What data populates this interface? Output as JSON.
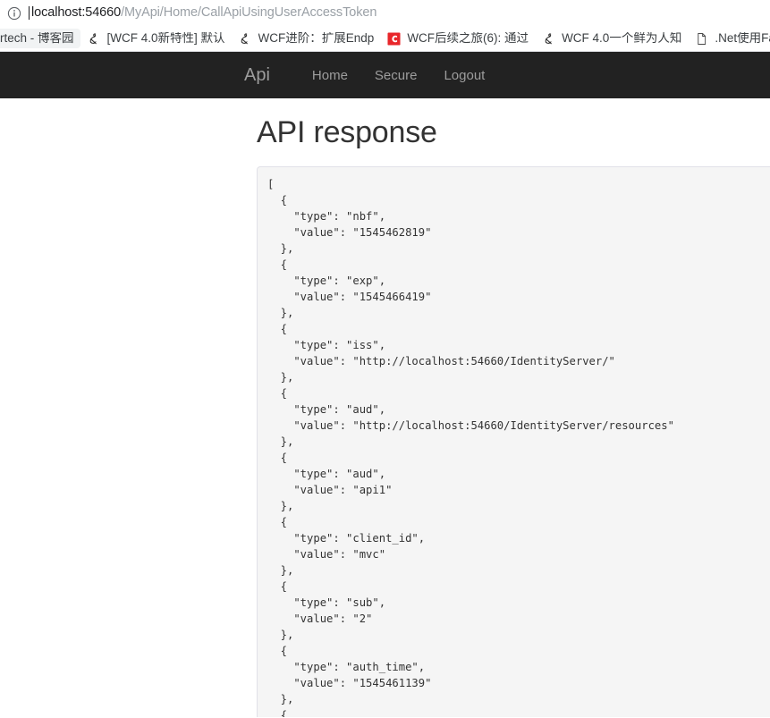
{
  "browser": {
    "site_info_icon": "info-circle-icon",
    "url_host": "localhost:54660",
    "url_path": "/MyApi/Home/CallApiUsingUserAccessToken",
    "url_full": "localhost:54660/MyApi/Home/CallApiUsingUserAccessToken",
    "bookmarks": [
      {
        "label": "rtech - 博客园",
        "icon": "cnblogs-favicon"
      },
      {
        "label": "[WCF 4.0新特性] 默认",
        "icon": "cnblogs-favicon"
      },
      {
        "label": "WCF进阶：扩展Endp",
        "icon": "cnblogs-favicon"
      },
      {
        "label": "WCF后续之旅(6): 通过",
        "icon": "red-c-favicon"
      },
      {
        "label": "WCF 4.0一个鲜为人知",
        "icon": "cnblogs-favicon"
      },
      {
        "label": ".Net使用FastReport设",
        "icon": "document-favicon"
      }
    ]
  },
  "navbar": {
    "brand": "Api",
    "links": [
      {
        "label": "Home"
      },
      {
        "label": "Secure"
      },
      {
        "label": "Logout"
      }
    ],
    "background_color": "#222222",
    "link_color": "#9d9d9d"
  },
  "main": {
    "title": "API response",
    "response_json": "[\n  {\n    \"type\": \"nbf\",\n    \"value\": \"1545462819\"\n  },\n  {\n    \"type\": \"exp\",\n    \"value\": \"1545466419\"\n  },\n  {\n    \"type\": \"iss\",\n    \"value\": \"http://localhost:54660/IdentityServer/\"\n  },\n  {\n    \"type\": \"aud\",\n    \"value\": \"http://localhost:54660/IdentityServer/resources\"\n  },\n  {\n    \"type\": \"aud\",\n    \"value\": \"api1\"\n  },\n  {\n    \"type\": \"client_id\",\n    \"value\": \"mvc\"\n  },\n  {\n    \"type\": \"sub\",\n    \"value\": \"2\"\n  },\n  {\n    \"type\": \"auth_time\",\n    \"value\": \"1545461139\"\n  },\n  {",
    "claims": [
      {
        "type": "nbf",
        "value": "1545462819"
      },
      {
        "type": "exp",
        "value": "1545466419"
      },
      {
        "type": "iss",
        "value": "http://localhost:54660/IdentityServer/"
      },
      {
        "type": "aud",
        "value": "http://localhost:54660/IdentityServer/resources"
      },
      {
        "type": "aud",
        "value": "api1"
      },
      {
        "type": "client_id",
        "value": "mvc"
      },
      {
        "type": "sub",
        "value": "2"
      },
      {
        "type": "auth_time",
        "value": "1545461139"
      }
    ],
    "pre_background_color": "#f5f5f5",
    "pre_border_color": "#e1e1e8"
  }
}
